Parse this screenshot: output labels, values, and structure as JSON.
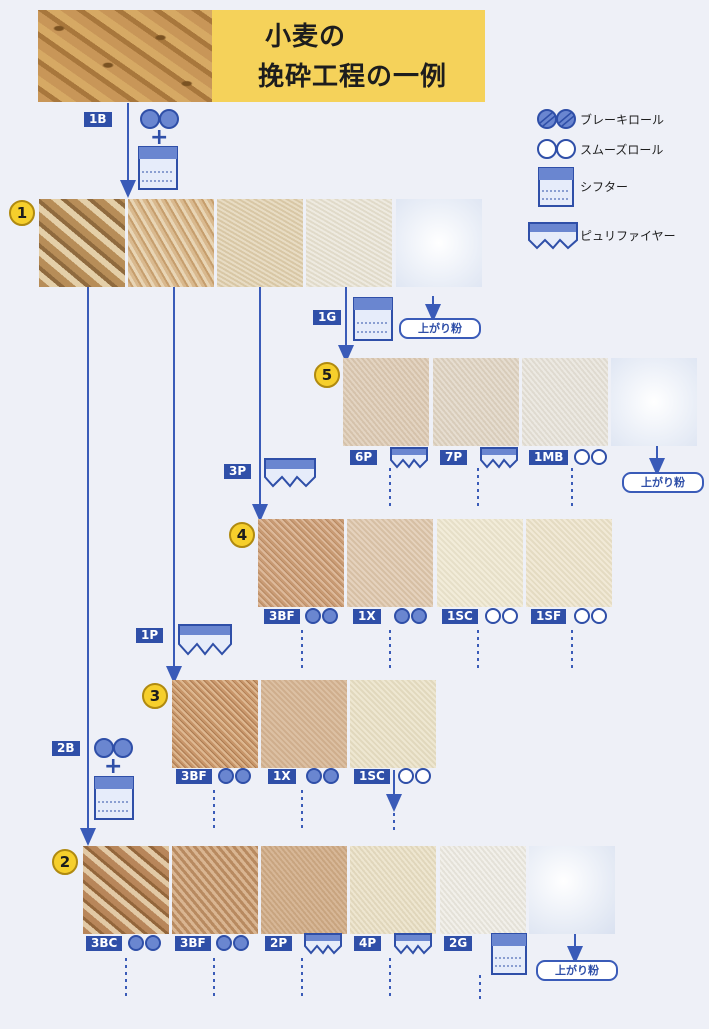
{
  "title": {
    "line1": "小麦の",
    "line2": "挽砕工程の一例"
  },
  "legend": [
    {
      "icon": "break-roll-icon",
      "text": "ブレーキロール"
    },
    {
      "icon": "smooth-roll-icon",
      "text": "スムーズロール"
    },
    {
      "icon": "sifter-icon",
      "text": "シフター"
    },
    {
      "icon": "purifier-icon",
      "text": "ピュリファイヤー"
    }
  ],
  "stage_numbers": [
    "1",
    "2",
    "3",
    "4",
    "5"
  ],
  "stream_labels": {
    "s1B": "1B",
    "s1G": "1G",
    "s3P": "3P",
    "s1P": "1P",
    "s2B": "2B",
    "s6P": "6P",
    "s7P": "7P",
    "s1MB": "1MB",
    "s4_3BF": "3BF",
    "s4_1X": "1X",
    "s4_1SC": "1SC",
    "s4_1SF": "1SF",
    "s3_3BF": "3BF",
    "s3_1X": "1X",
    "s3_1SC": "1SC",
    "s2_3BC": "3BC",
    "s2_3BF": "3BF",
    "s2_2P": "2P",
    "s2_4P": "4P",
    "s2_2G": "2G"
  },
  "flour_label": "上がり粉",
  "plus": "+",
  "colors": {
    "accent": "#2f4fa8",
    "arrow": "#3a5bb8",
    "title_bg": "#f5d25a",
    "number_bg": "#f6cf2c"
  }
}
